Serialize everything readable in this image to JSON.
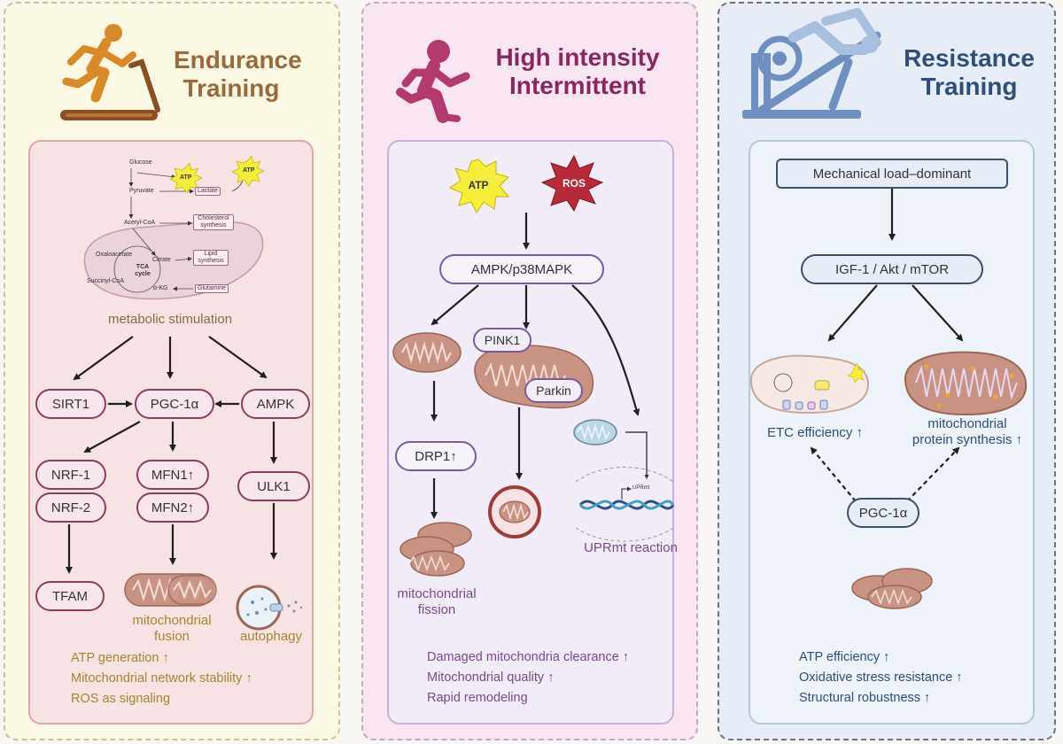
{
  "panels": [
    {
      "title_line1": "Endurance",
      "title_line2": "Training",
      "nodes": {
        "sirt1": "SIRT1",
        "pgc": "PGC-1α",
        "ampk": "AMPK",
        "nrf1": "NRF-1",
        "nrf2": "NRF-2",
        "mfn1": "MFN1↑",
        "mfn2": "MFN2↑",
        "ulk1": "ULK1",
        "tfam": "TFAM"
      },
      "metabolism": {
        "glucose": "Glucose",
        "pyruvate": "Pyruvate",
        "acetyl": "Acetyl-CoA",
        "oxaloacetate": "Oxaloacetate",
        "citrate": "Citrate",
        "tca": "TCA cycle",
        "succinyl": "Succinyl-CoA",
        "akg": "α-KG",
        "atp1": "ATP",
        "atp2": "ATP",
        "lactate": "Lactate",
        "cholesterol": "Cholesterol synthesis",
        "lipid": "Lipid synthesis",
        "glutamine": "Glutamine"
      },
      "metabolic_stimulation": "metabolic stimulation",
      "fusion_label_1": "mitochondrial",
      "fusion_label_2": "fusion",
      "autophagy_label": "autophagy",
      "summary": [
        "ATP generation ↑",
        "Mitochondrial network stability ↑",
        "ROS as signaling"
      ]
    },
    {
      "title_line1": "High intensity",
      "title_line2": "Intermittent",
      "atp": "ATP",
      "ros": "ROS",
      "nodes": {
        "ampk": "AMPK/p38MAPK",
        "pink1": "PINK1",
        "parkin": "Parkin",
        "drp1": "DRP1↑"
      },
      "uprmt_tag": "UPRmt",
      "fission_label_1": "mitochondrial",
      "fission_label_2": "fission",
      "uprmt_label": "UPRmt reaction",
      "summary": [
        "Damaged mitochondria clearance ↑",
        "Mitochondrial quality ↑",
        "Rapid remodeling"
      ]
    },
    {
      "title_line1": "Resistance",
      "title_line2": "Training",
      "nodes": {
        "mech": "Mechanical load–dominant",
        "igf": "IGF-1 / Akt / mTOR",
        "pgc": "PGC-1α"
      },
      "etc_label": "ETC efficiency ↑",
      "protein_label_1": "mitochondrial",
      "protein_label_2": "protein synthesis ↑",
      "summary": [
        "ATP efficiency ↑",
        "Oxidative stress resistance ↑",
        "Structural robustness ↑"
      ]
    }
  ],
  "colors": {
    "endurance_bg": "#fbf8e4",
    "endurance_border": "#c9c29a",
    "endurance_text": "#9b6a3c",
    "endurance_inner_bg": "#f7e2e4",
    "endurance_accent": "#a46782",
    "hiit_bg": "#f9e6f2",
    "hiit_border": "#c9a7c0",
    "hiit_text": "#8a2760",
    "hiit_inner_bg": "#f1ecf8",
    "resistance_bg": "#e6edf6",
    "resistance_border": "#6a7382",
    "resistance_text": "#2f4f78",
    "resistance_inner_bg": "#edf3f8"
  },
  "icons": [
    "treadmill-runner-icon",
    "runner-icon",
    "leg-press-icon"
  ]
}
